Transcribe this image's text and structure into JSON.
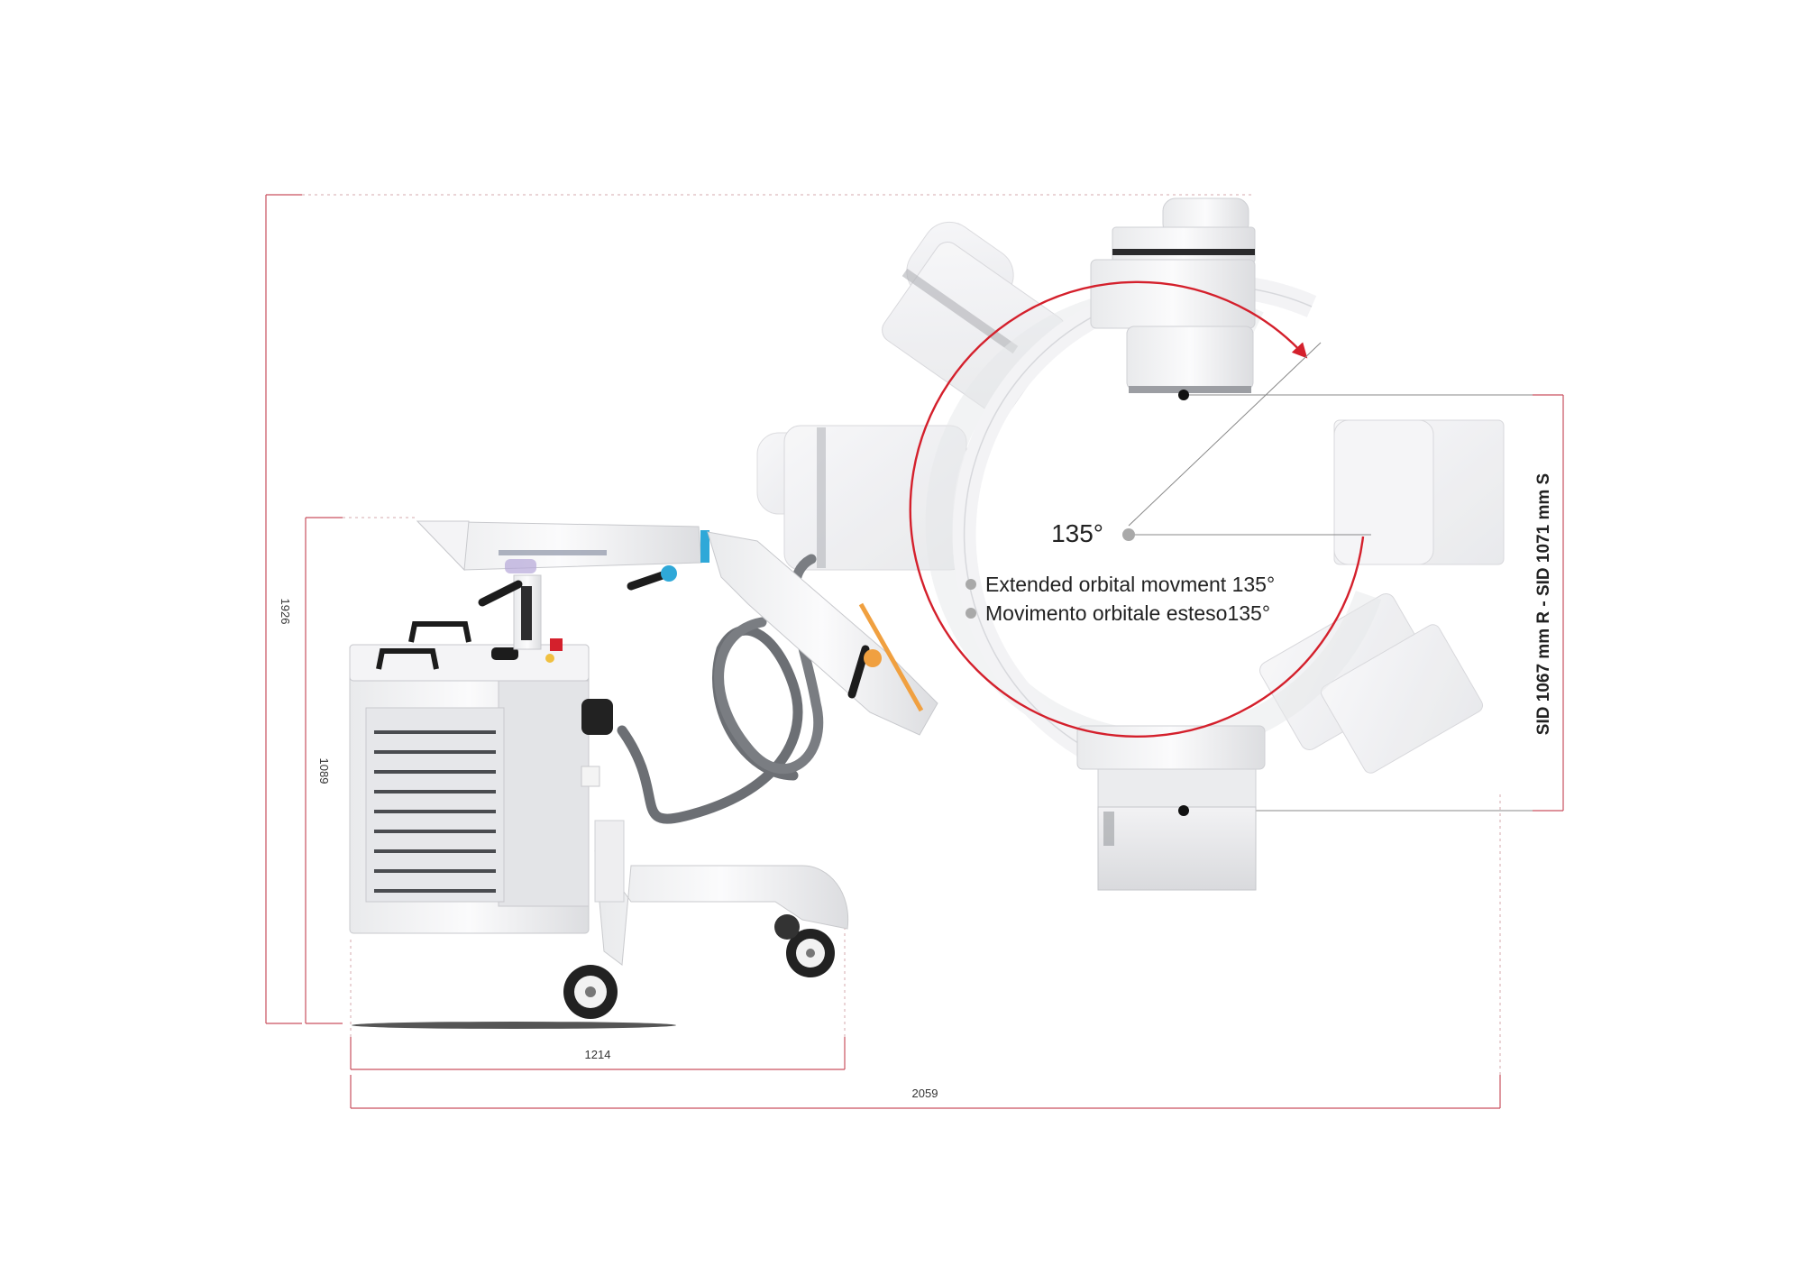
{
  "dimensions": {
    "overall_height": "1926",
    "cart_height": "1089",
    "cart_length": "1214",
    "overall_length": "2059",
    "sid": "SID 1067 mm R - SID 1071 mm S"
  },
  "rotation": {
    "angle_label": "135°"
  },
  "features": [
    "Extended orbital movment 135°",
    "Movimento orbitale esteso135°"
  ],
  "colors": {
    "dimension_line": "#c9515f",
    "dashed_guide": "#d6a9ae",
    "arc": "#d4202c",
    "bullet": "#a9a9a9",
    "accent_orange": "#f0a040",
    "accent_blue": "#2fa8d8"
  }
}
